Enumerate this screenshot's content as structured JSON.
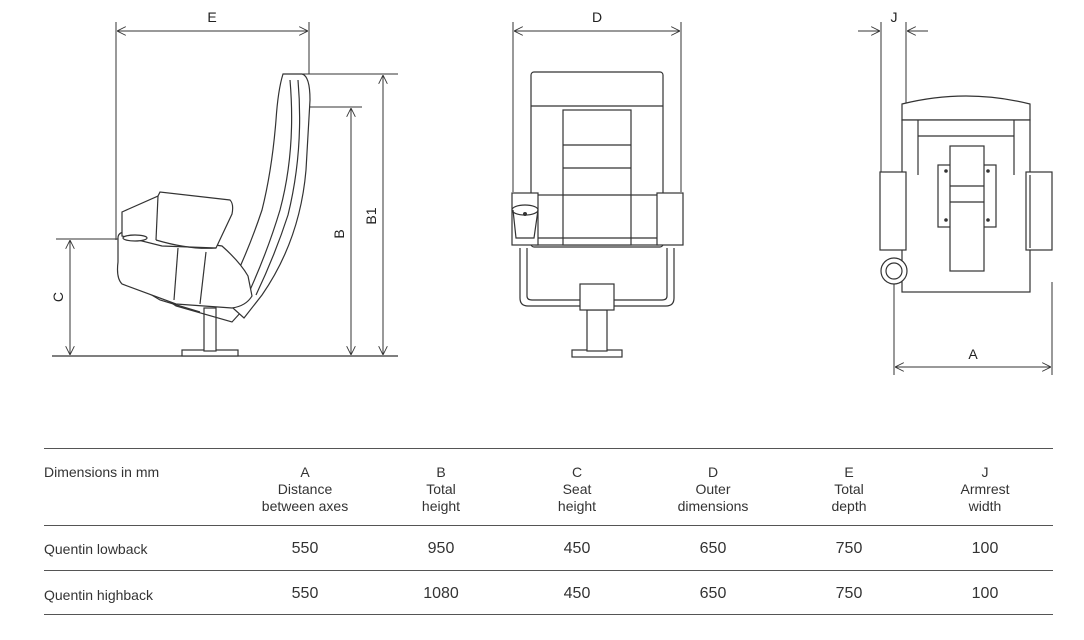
{
  "diagram": {
    "labels": {
      "E": "E",
      "D": "D",
      "J": "J",
      "A": "A",
      "B": "B",
      "B1": "B1",
      "C": "C"
    }
  },
  "table": {
    "header_label": "Dimensions in mm",
    "columns": [
      {
        "letter": "A",
        "line1": "Distance",
        "line2": "between axes"
      },
      {
        "letter": "B",
        "line1": "Total",
        "line2": "height"
      },
      {
        "letter": "C",
        "line1": "Seat",
        "line2": "height"
      },
      {
        "letter": "D",
        "line1": "Outer",
        "line2": "dimensions"
      },
      {
        "letter": "E",
        "line1": "Total",
        "line2": "depth"
      },
      {
        "letter": "J",
        "line1": "Armrest",
        "line2": "width"
      }
    ],
    "rows": [
      {
        "name": "Quentin lowback",
        "values": [
          "550",
          "950",
          "450",
          "650",
          "750",
          "100"
        ]
      },
      {
        "name": "Quentin highback",
        "values": [
          "550",
          "1080",
          "450",
          "650",
          "750",
          "100"
        ]
      }
    ]
  }
}
